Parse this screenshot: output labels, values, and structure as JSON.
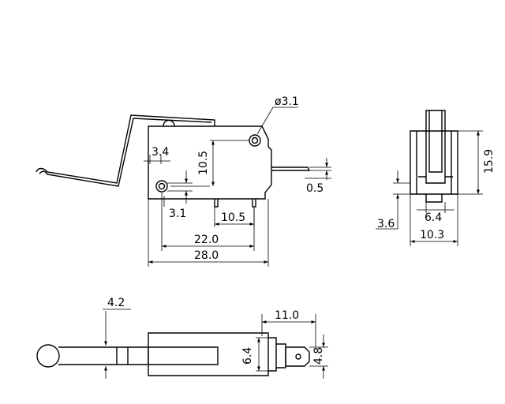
{
  "dimensions": {
    "hole_diameter": "ø3.1",
    "pivot_offset": "3.4",
    "hole_height": "10.5",
    "terminal_thickness": "0.5",
    "pivot_drop": "3.1",
    "terminal_spacing": "10.5",
    "body_width": "22.0",
    "overall_width": "28.0",
    "side_height": "15.9",
    "side_offset": "3.6",
    "side_inner_width": "6.4",
    "side_width": "10.3",
    "lever_offset": "4.2",
    "terminal_length": "11.0",
    "terminal_width": "6.4",
    "tab_width": "4.8"
  }
}
